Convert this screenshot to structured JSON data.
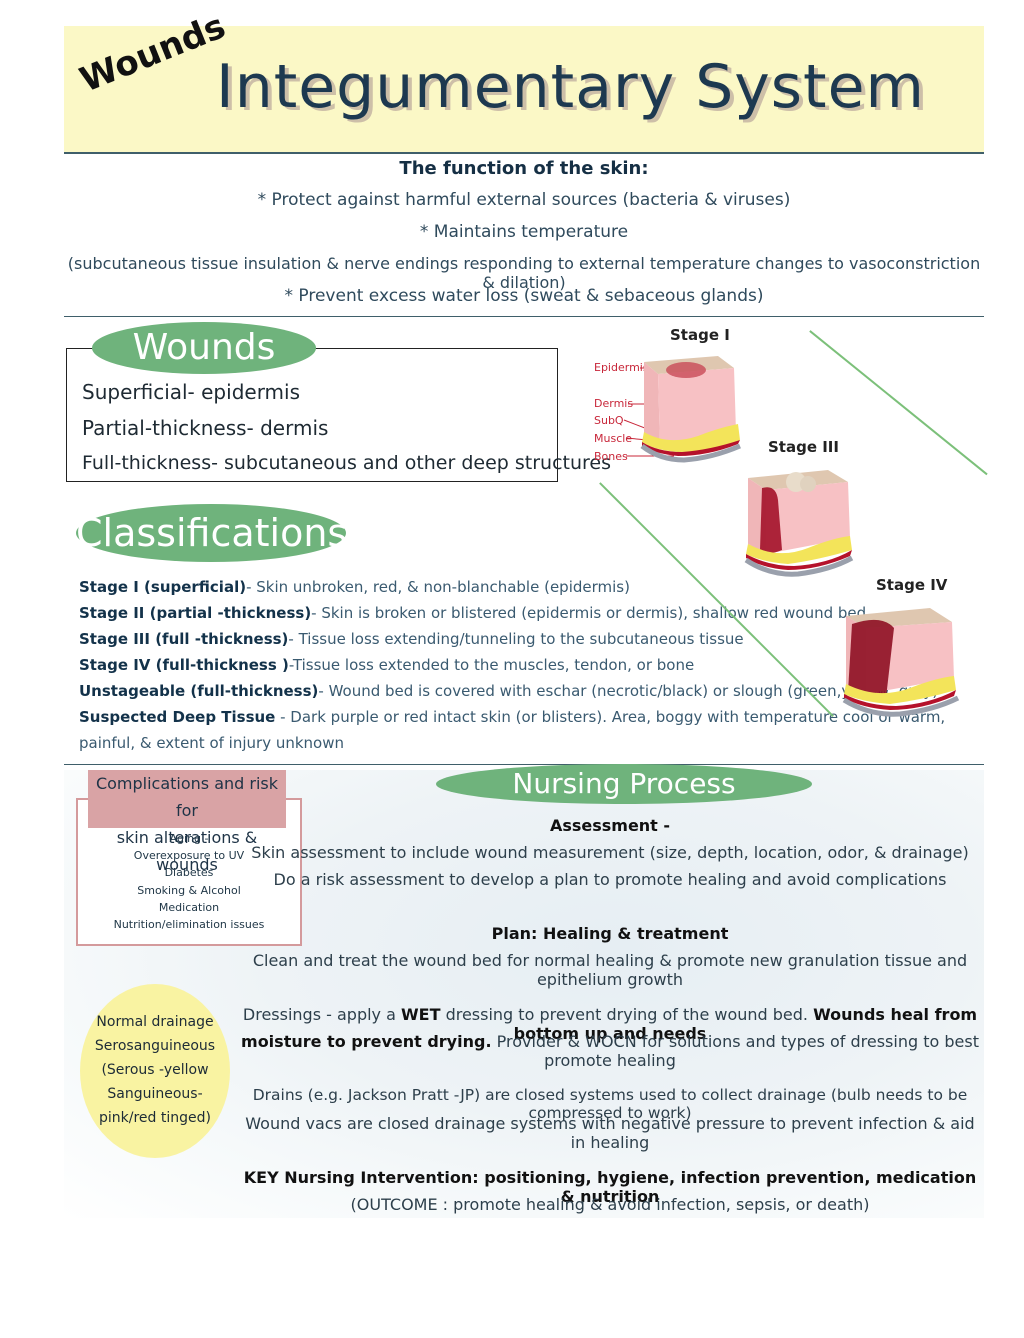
{
  "header": {
    "tag": "Wounds",
    "title": "Integumentary System"
  },
  "function": {
    "title": "The function of the skin:",
    "items": [
      "* Protect against harmful external sources (bacteria & viruses)",
      "* Maintains temperature",
      "(subcutaneous tissue insulation & nerve endings responding to external temperature changes to vasoconstriction & dilation)",
      "* Prevent excess water loss (sweat & sebaceous glands)"
    ]
  },
  "wounds": {
    "title": "Wounds",
    "items": [
      "Superficial- epidermis",
      "Partial-thickness- dermis",
      "Full-thickness- subcutaneous and other deep structures"
    ]
  },
  "classifications": {
    "title": "Classifications",
    "items": [
      {
        "term": "Stage I  (superficial)",
        "desc": "- Skin unbroken, red, & non-blanchable (epidermis)"
      },
      {
        "term": "Stage II (partial -thickness)",
        "desc": "- Skin is broken or blistered (epidermis or dermis), shallow red wound bed"
      },
      {
        "term": "Stage III (full -thickness)",
        "desc": "- Tissue loss extending/tunneling to the subcutaneous tissue"
      },
      {
        "term": "Stage IV (full-thickness )",
        "desc": "-Tissue loss extended to the muscles, tendon, or bone"
      },
      {
        "term": "Unstageable (full-thickness)",
        "desc": "- Wound bed is covered with eschar (necrotic/black) or slough (green,yellow, grey)"
      },
      {
        "term": "Suspected Deep Tissue",
        "desc": " - Dark purple or red intact skin (or blisters).  Area, boggy with temperature cool or warm,"
      }
    ],
    "continuation": "painful, & extent of injury unknown"
  },
  "stages": {
    "stage1": "Stage I",
    "stage3": "Stage III",
    "stage4": "Stage IV",
    "layers": [
      "Epidermis",
      "Dermis",
      "SubQ",
      "Muscle",
      "Bones"
    ]
  },
  "complications": {
    "title_line1": "Complications and risk for",
    "title_line2": "skin alterations & wounds",
    "items": [
      "Aging -",
      "Overexposure to UV",
      "Diabetes",
      "Smoking & Alcohol",
      "Medication",
      "Nutrition/elimination issues"
    ]
  },
  "nursing": {
    "title": "Nursing Process",
    "assessment_head": "Assessment -",
    "assessment_1": "Skin assessment to include wound measurement (size, depth, location, odor, & drainage)",
    "assessment_2": "Do a risk assessment to develop a plan to promote healing and avoid complications",
    "plan_head": "Plan: Healing & treatment",
    "plan_1": "Clean and treat the wound bed for normal healing & promote new granulation tissue and epithelium growth",
    "dress_a": "Dressings - apply a ",
    "dress_b": "WET",
    "dress_c": " dressing to prevent drying of the wound bed.  ",
    "dress_d": "Wounds heal from bottom up and needs",
    "dress_e": "moisture to prevent drying.",
    "dress_f": " Provider & WOCN for solutions and types of dressing to best promote healing",
    "drains_1": "Drains (e.g. Jackson Pratt -JP) are closed systems used to collect drainage (bulb needs to be compressed to work)",
    "drains_2": "Wound vacs are closed drainage systems with negative pressure to prevent infection & aid in healing",
    "key": "KEY Nursing Intervention: positioning, hygiene, infection prevention, medication & nutrition",
    "outcome": "(OUTCOME : promote healing & avoid infection, sepsis, or death)"
  },
  "drainage": {
    "lines": [
      "Normal drainage",
      "Serosanguineous",
      "(Serous -yellow",
      "Sanguineous-",
      "pink/red tinged)"
    ]
  }
}
